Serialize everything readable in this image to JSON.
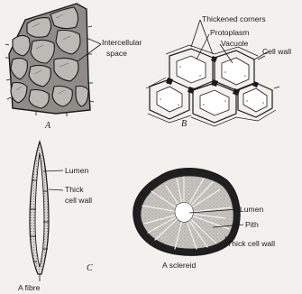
{
  "panels": {
    "a": {
      "letter": "A",
      "labels": {
        "intercellular": "Intercellular",
        "space": "space"
      }
    },
    "b": {
      "letter": "B",
      "labels": {
        "thickened_corners": "Thickened corners",
        "protoplasm": "Protoplasm",
        "vacuole": "Vacuole",
        "cell_wall": "Cell wall"
      }
    },
    "c": {
      "letter": "C",
      "fibre": {
        "caption": "A fibre",
        "labels": {
          "lumen": "Lumen",
          "thick": "Thick",
          "cell_wall": "cell wall"
        }
      },
      "sclereid": {
        "caption": "A sclereid",
        "labels": {
          "lumen": "Lumen",
          "pith": "Pith",
          "thick_cell_wall": "Thick cell wall"
        }
      }
    }
  }
}
